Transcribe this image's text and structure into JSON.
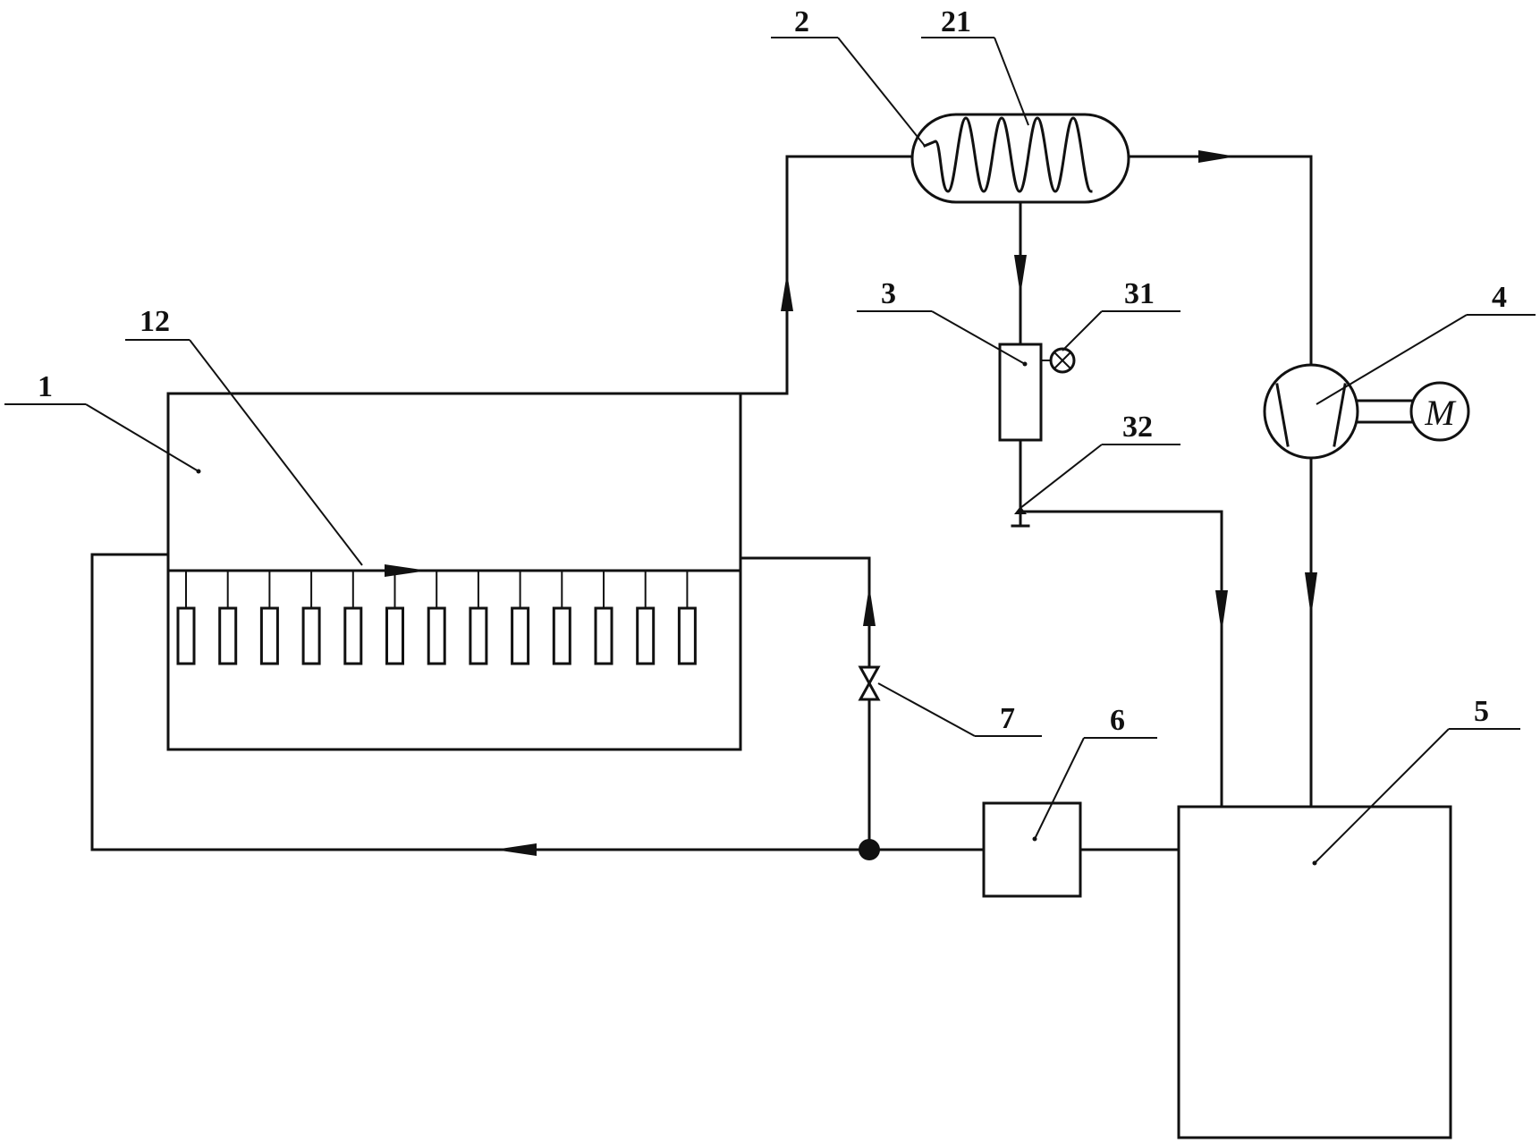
{
  "labels": {
    "l1": "1",
    "l12": "12",
    "l2": "2",
    "l21": "21",
    "l3": "3",
    "l31": "31",
    "l32": "32",
    "l4": "4",
    "l5": "5",
    "l6": "6",
    "l7": "7"
  },
  "motor": {
    "symbol": "M"
  },
  "colors": {
    "line": "#111111",
    "background": "#ffffff"
  }
}
